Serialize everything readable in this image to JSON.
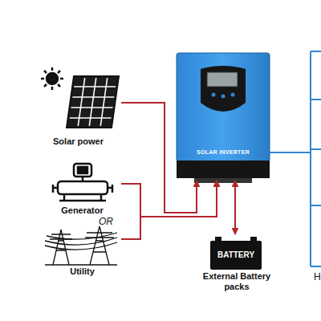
{
  "diagram": {
    "nodes": [
      {
        "text": [
          "Solar power"
        ]
      },
      {
        "text": [
          "Generator"
        ]
      },
      {
        "text": [
          "Utility"
        ]
      },
      {
        "text": [
          "SOLAR INVERTER"
        ]
      },
      {
        "text": [
          "BATTERY",
          "External Battery packs"
        ]
      }
    ],
    "edges": [
      {
        "from": 0,
        "to": 3,
        "arrow": "to"
      },
      {
        "from": 1,
        "to": 3,
        "arrow": "to"
      },
      {
        "from": 2,
        "to": 3,
        "arrow": "to"
      },
      {
        "from": 3,
        "to": 4,
        "arrow": "both"
      }
    ],
    "labels": [
      "OR",
      "H"
    ]
  }
}
